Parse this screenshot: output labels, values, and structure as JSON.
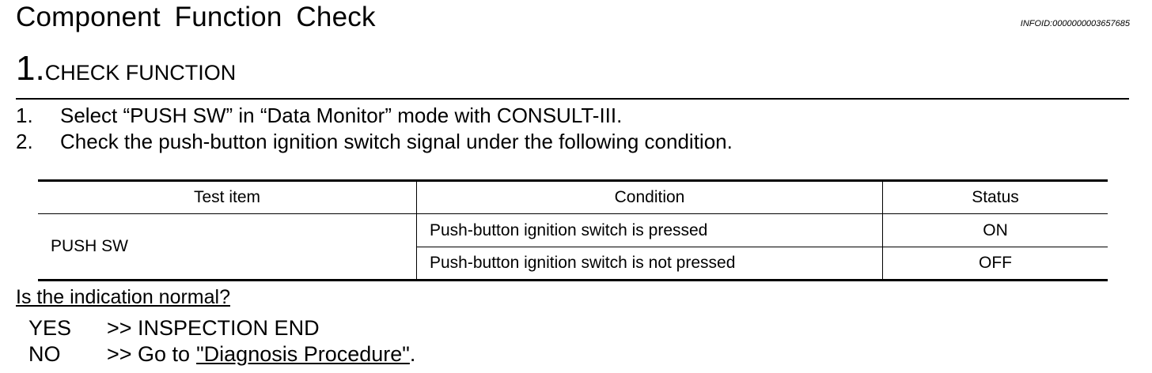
{
  "header": {
    "title": "Component Function Check",
    "info_id": "INFOID:0000000003657685"
  },
  "step": {
    "number": "1.",
    "label": "CHECK FUNCTION"
  },
  "instructions": [
    {
      "num": "1.",
      "text": "Select “PUSH SW” in “Data Monitor” mode with CONSULT-III."
    },
    {
      "num": "2.",
      "text": "Check the push-button ignition switch signal under the following condition."
    }
  ],
  "table": {
    "headers": [
      "Test item",
      "Condition",
      "Status"
    ],
    "item": "PUSH SW",
    "rows": [
      {
        "condition": "Push-button ignition switch is pressed",
        "status": "ON"
      },
      {
        "condition": "Push-button ignition switch is not pressed",
        "status": "OFF"
      }
    ]
  },
  "question": "Is the indication normal?",
  "answers": {
    "yes": {
      "key": "YES",
      "text": ">> INSPECTION END"
    },
    "no": {
      "key": "NO",
      "prefix": ">> Go to",
      "link": "\"Diagnosis Procedure\"",
      "suffix": "."
    }
  }
}
